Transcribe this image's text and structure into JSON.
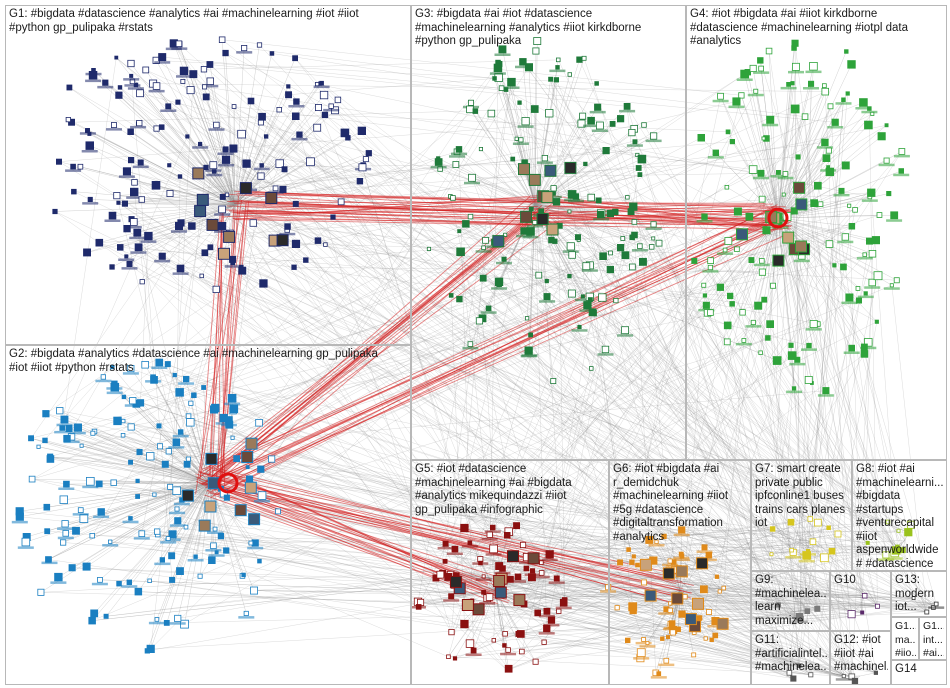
{
  "groups": [
    {
      "id": "g1",
      "label": "G1: #bigdata #datascience #analytics #ai #machinelearning #iot #iiot\n#python gp_pulipaka #rstats",
      "color": "#1f2a6b",
      "hub_color": "#1f2a6b"
    },
    {
      "id": "g2",
      "label": "G2: #bigdata #analytics #datascience #ai #machinelearning gp_pulipaka\n#iot #iiot #python #rstats",
      "color": "#1a7fc1"
    },
    {
      "id": "g3",
      "label": "G3: #bigdata #ai #iot #datascience\n#machinelearning #analytics #iiot kirkdborne\n#python gp_pulipaka",
      "color": "#1f7a3a"
    },
    {
      "id": "g4",
      "label": "G4: #iot #bigdata #ai #iiot kirkdborne\n#datascience #machinelearning #iotpl data\n#analytics",
      "color": "#2ea33a"
    },
    {
      "id": "g5",
      "label": "G5: #iot #datascience\n#machinelearning #ai #bigdata\n#analytics mikequindazzi #iiot\ngp_pulipaka #infographic",
      "color": "#8b1010"
    },
    {
      "id": "g6",
      "label": "G6: #iot #bigdata #ai\nr_demidchuk\n#machinelearning #iiot\n#5g #datascience\n#digitaltransformation\n#analytics",
      "color": "#e08a1a"
    },
    {
      "id": "g7",
      "label": "G7: smart create\nprivate public\nipfconline1 buses\ntrains cars planes\niot",
      "color": "#d6c61e"
    },
    {
      "id": "g8",
      "label": "G8: #iot #ai\n#machinelearni...\n#bigdata\n#startups\n#venturecapital\n#iiot\naspenworldwide\n# #datascience",
      "color": "#9ac21e"
    },
    {
      "id": "g9",
      "label": "G9:\n#machinelea...\nlearn\nmaximize...",
      "color": "#7a7a7a"
    },
    {
      "id": "g10",
      "label": "G10",
      "color": "#5a2a6a"
    },
    {
      "id": "g11",
      "label": "G11:\n#artificialintel...\n#machinelea...",
      "color": "#555555"
    },
    {
      "id": "g12",
      "label": "G12: #iot\n#iiot #ai\n#machinel...",
      "color": "#555555"
    },
    {
      "id": "g13",
      "label": "G13:\nmodern\niot...",
      "color": "#333333"
    },
    {
      "id": "g15",
      "label": "G1...\nma...\n#iio...",
      "color": "#333333"
    },
    {
      "id": "g16",
      "label": "G1...\nint...\n#ai...",
      "color": "#333333"
    },
    {
      "id": "g14",
      "label": "G14",
      "color": "#333333"
    }
  ]
}
